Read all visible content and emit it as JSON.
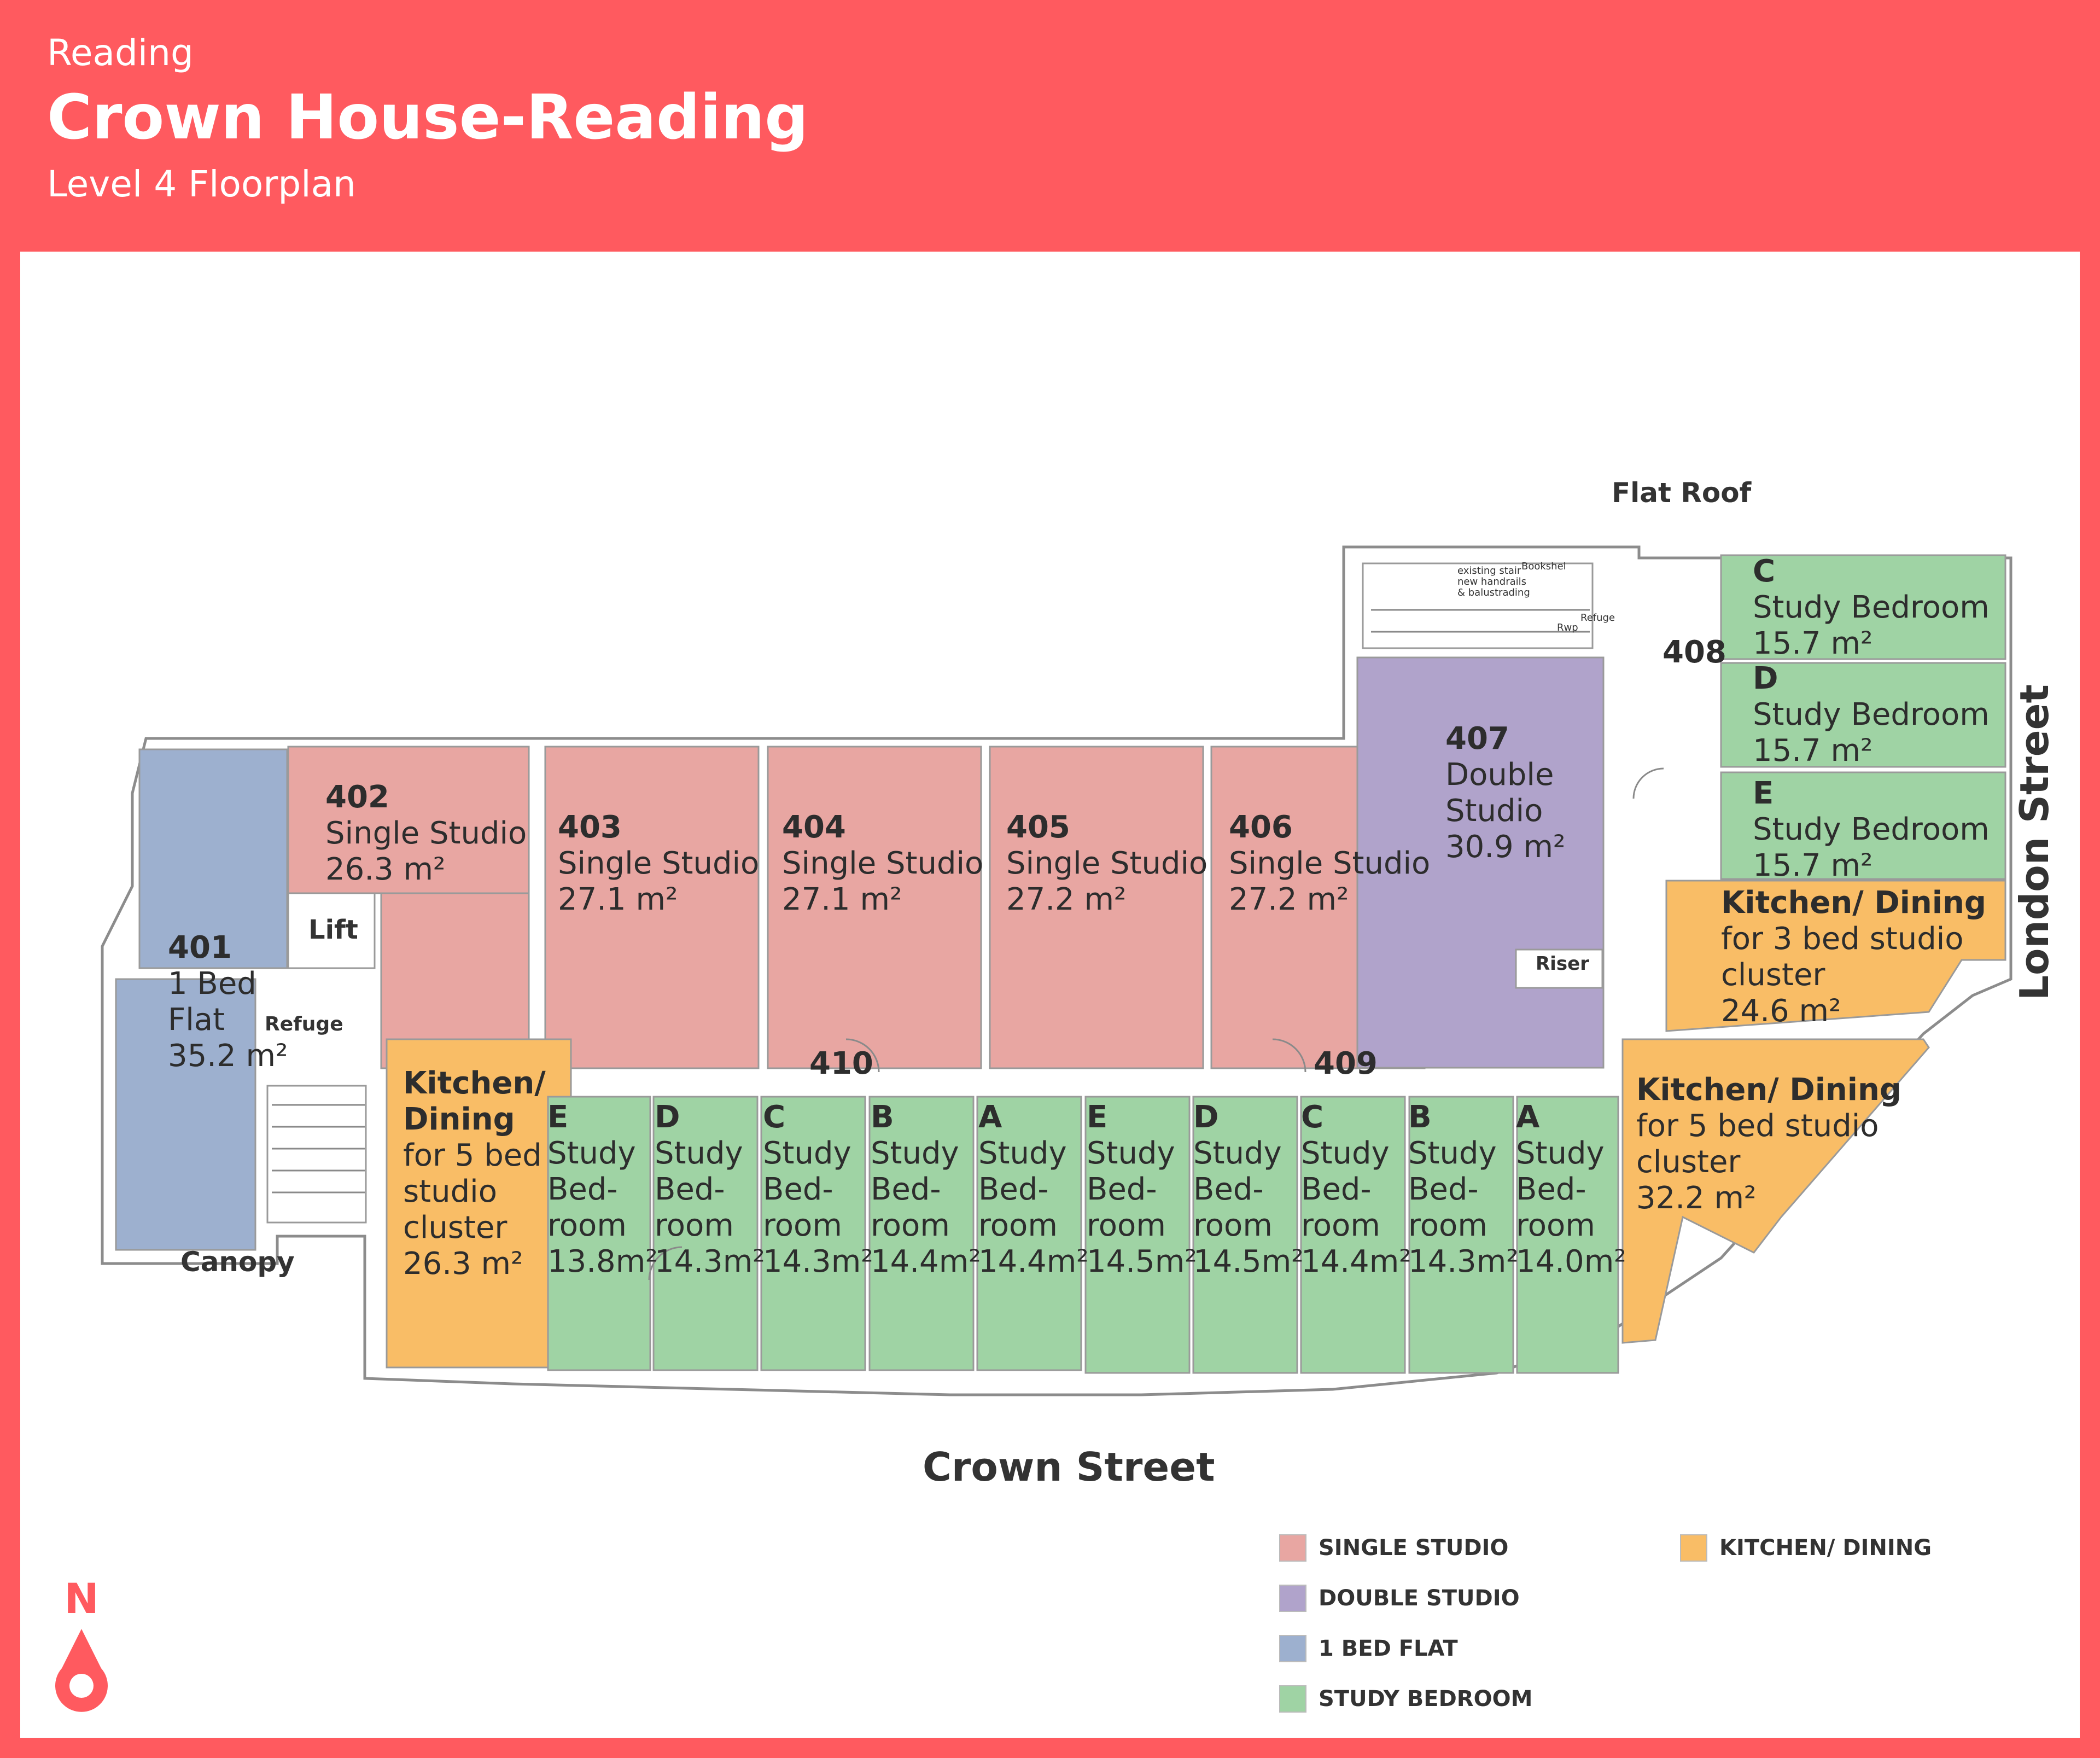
{
  "header": {
    "city": "Reading",
    "title": "Crown House-Reading",
    "subtitle": "Level 4 Floorplan"
  },
  "colors": {
    "brand": "#FF5A5F",
    "single_studio": "#E8A6A2",
    "double_studio": "#B0A3CB",
    "one_bed_flat": "#9DB0CF",
    "study_bedroom": "#9FD3A4",
    "kitchen_dining": "#F9BD66"
  },
  "rooms": {
    "r401": {
      "number": "401",
      "lines": [
        "1 Bed",
        "Flat",
        "35.2 m²"
      ]
    },
    "r402": {
      "number": "402",
      "lines": [
        "Single Studio",
        "26.3 m²"
      ]
    },
    "r403": {
      "number": "403",
      "lines": [
        "Single Studio",
        "27.1 m²"
      ]
    },
    "r404": {
      "number": "404",
      "lines": [
        "Single Studio",
        "27.1 m²"
      ]
    },
    "r405": {
      "number": "405",
      "lines": [
        "Single Studio",
        "27.2 m²"
      ]
    },
    "r406": {
      "number": "406",
      "lines": [
        "Single Studio",
        "27.2 m²"
      ]
    },
    "r407": {
      "number": "407",
      "lines": [
        "Double",
        "Studio",
        "30.9 m²"
      ]
    },
    "r408": {
      "number": "408",
      "bedrooms": [
        {
          "letter": "C",
          "lines": [
            "Study Bedroom",
            "15.7 m²"
          ]
        },
        {
          "letter": "D",
          "lines": [
            "Study Bedroom",
            "15.7 m²"
          ]
        },
        {
          "letter": "E",
          "lines": [
            "Study Bedroom",
            "15.7 m²"
          ]
        }
      ],
      "kitchen": {
        "title": "Kitchen/ Dining",
        "lines": [
          "for 3 bed studio",
          "cluster",
          "24.6 m²"
        ]
      }
    },
    "r410": {
      "number": "410",
      "kitchen": {
        "title": [
          "Kitchen/",
          "Dining"
        ],
        "lines": [
          "for 5 bed",
          "studio",
          "cluster",
          "26.3 m²"
        ]
      },
      "bedrooms": [
        {
          "letter": "E",
          "lines": [
            "Study",
            "Bed-",
            "room",
            "13.8m²"
          ]
        },
        {
          "letter": "D",
          "lines": [
            "Study",
            "Bed-",
            "room",
            "14.3m²"
          ]
        },
        {
          "letter": "C",
          "lines": [
            "Study",
            "Bed-",
            "room",
            "14.3m²"
          ]
        },
        {
          "letter": "B",
          "lines": [
            "Study",
            "Bed-",
            "room",
            "14.4m²"
          ]
        },
        {
          "letter": "A",
          "lines": [
            "Study",
            "Bed-",
            "room",
            "14.4m²"
          ]
        }
      ]
    },
    "r409": {
      "number": "409",
      "bedrooms": [
        {
          "letter": "E",
          "lines": [
            "Study",
            "Bed-",
            "room",
            "14.5m²"
          ]
        },
        {
          "letter": "D",
          "lines": [
            "Study",
            "Bed-",
            "room",
            "14.5m²"
          ]
        },
        {
          "letter": "C",
          "lines": [
            "Study",
            "Bed-",
            "room",
            "14.4m²"
          ]
        },
        {
          "letter": "B",
          "lines": [
            "Study",
            "Bed-",
            "room",
            "14.3m²"
          ]
        },
        {
          "letter": "A",
          "lines": [
            "Study",
            "Bed-",
            "room",
            "14.0m²"
          ]
        }
      ],
      "kitchen": {
        "title": "Kitchen/ Dining",
        "lines": [
          "for 5 bed studio",
          "cluster",
          "32.2 m²"
        ]
      }
    }
  },
  "labels": {
    "lift": "Lift",
    "refuge": "Refuge",
    "riser": "Riser",
    "canopy": "Canopy",
    "flat_roof": "Flat Roof",
    "stair_note": [
      "existing stair",
      "new handrails",
      "& balustrading"
    ],
    "bookshelf": "Bookshel",
    "refuge_small": "Refuge",
    "rwp": "Rwp"
  },
  "streets": {
    "crown": "Crown Street",
    "london": "London Street"
  },
  "legend": [
    {
      "label": "SINGLE STUDIO",
      "color": "#E8A6A2"
    },
    {
      "label": "DOUBLE STUDIO",
      "color": "#B0A3CB"
    },
    {
      "label": "1 BED FLAT",
      "color": "#9DB0CF"
    },
    {
      "label": "STUDY BEDROOM",
      "color": "#9FD3A4"
    },
    {
      "label": "KITCHEN/ DINING",
      "color": "#F9BD66"
    }
  ],
  "compass": {
    "label": "N"
  }
}
